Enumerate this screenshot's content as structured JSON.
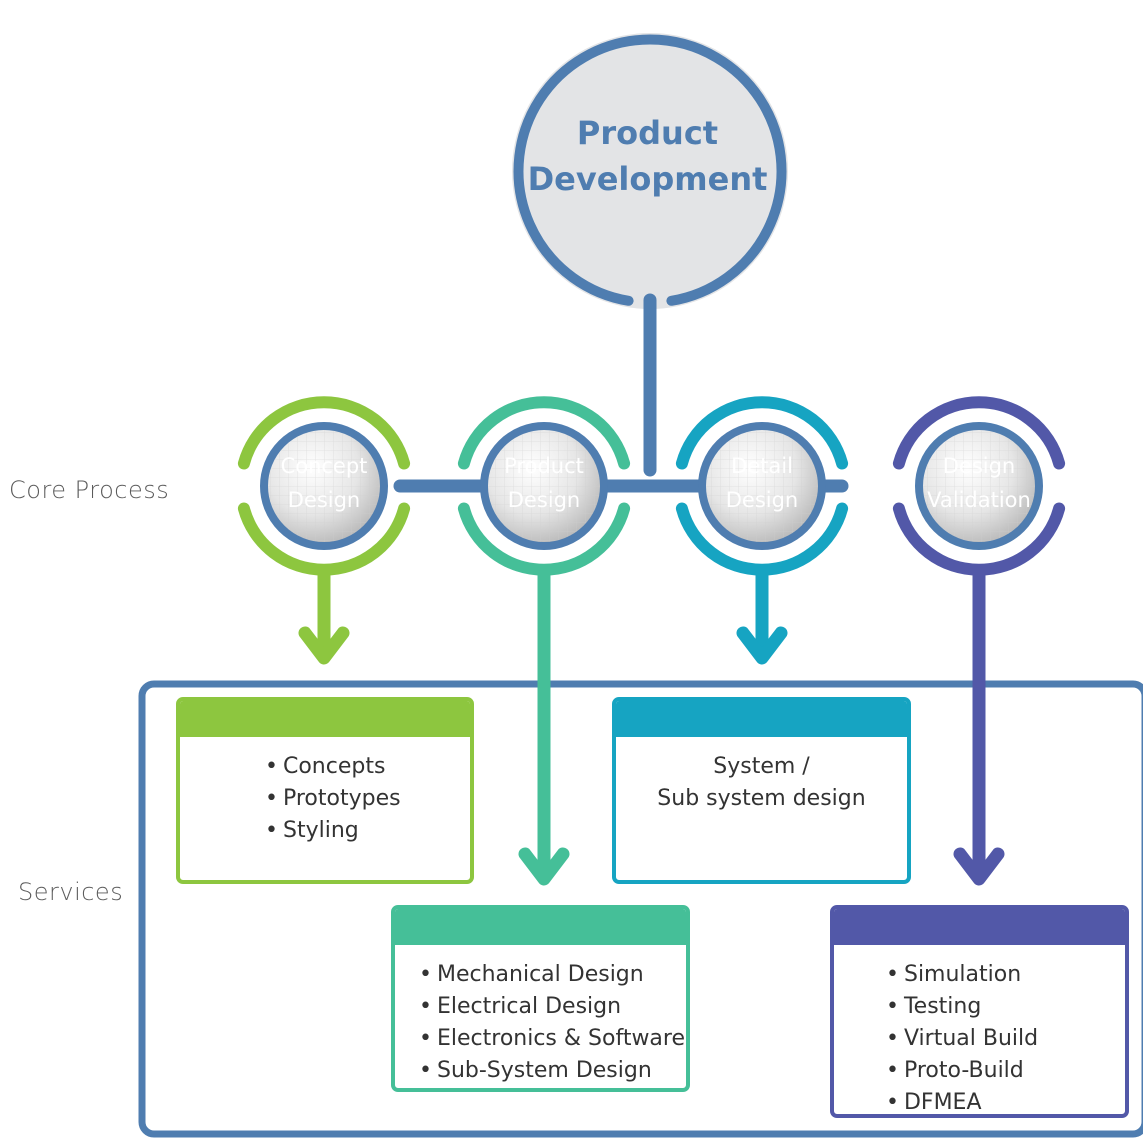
{
  "root": {
    "title_line1": "Product",
    "title_line2": "Development"
  },
  "rows": {
    "core_process_label": "Core Process",
    "services_label": "Services"
  },
  "stages": [
    {
      "line1": "Concept",
      "line2": "Design",
      "color": "#8dc63f"
    },
    {
      "line1": "Product",
      "line2": "Design",
      "color": "#45bf98"
    },
    {
      "line1": "Detail",
      "line2": "Design",
      "color": "#16a4c2"
    },
    {
      "line1": "Design",
      "line2": "Validation",
      "color": "#5258a8"
    }
  ],
  "services": {
    "concept": {
      "items": [
        "Concepts",
        "Prototypes",
        "Styling"
      ],
      "color": "#8dc63f"
    },
    "product": {
      "items": [
        "Mechanical Design",
        "Electrical Design",
        "Electronics & Software",
        "Sub-System Design"
      ],
      "color": "#45bf98"
    },
    "detail": {
      "line1": "System /",
      "line2": "Sub system design",
      "color": "#16a4c2"
    },
    "validation": {
      "items": [
        "Simulation",
        "Testing",
        "Virtual Build",
        "Proto-Build",
        "DFMEA"
      ],
      "color": "#5258a8"
    }
  },
  "colors": {
    "primary_blue": "#4f7db0",
    "root_fill": "#e3e4e6",
    "label_gray": "#5b5b5b"
  }
}
